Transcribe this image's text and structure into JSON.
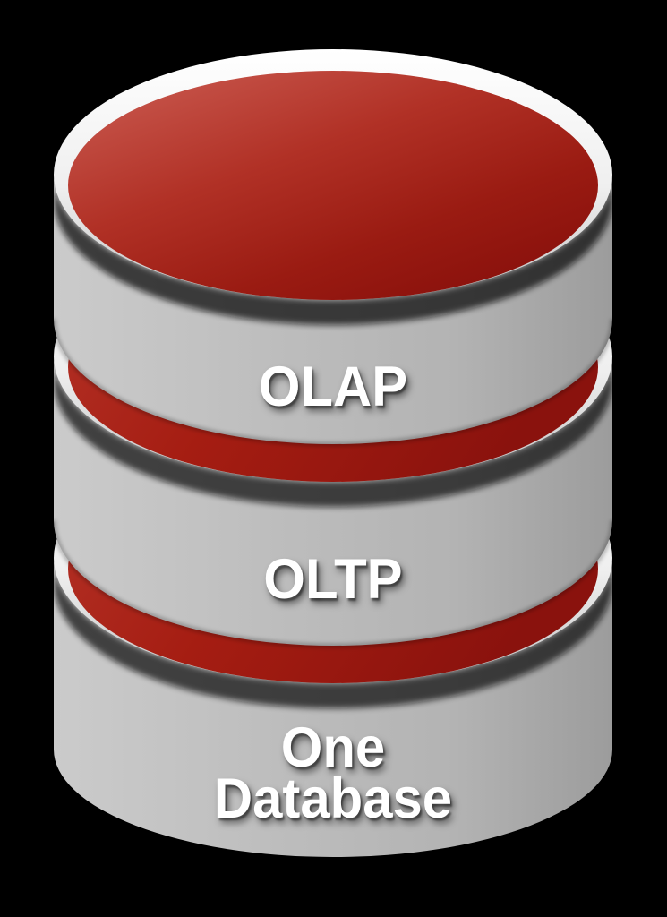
{
  "diagram": {
    "type": "stacked-database-cylinder",
    "description": "3D database cylinder icon with three stacked segments",
    "segments": [
      {
        "id": "olap",
        "label": "OLAP"
      },
      {
        "id": "oltp",
        "label": "OLTP"
      },
      {
        "id": "one-database",
        "label_lines": [
          "One",
          "Database"
        ]
      }
    ],
    "colors": {
      "background": "#000000",
      "top_face_red_light": "#cd5f55",
      "top_face_red_dark": "#870f0b",
      "junction_band_red": "#a21a10",
      "body_gray": "#b8b8b8",
      "rim_white": "#f2f2f2",
      "shadow": "#1a1a1a",
      "label_text": "#ffffff"
    }
  }
}
